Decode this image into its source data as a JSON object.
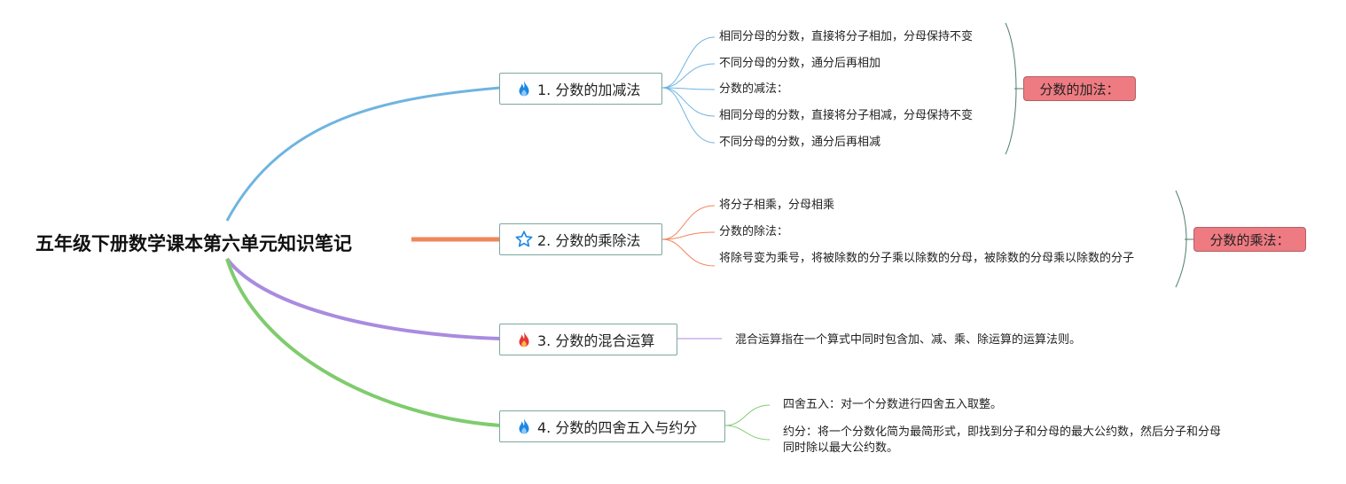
{
  "root": {
    "title": "五年级下册数学课本第六单元知识笔记"
  },
  "colors": {
    "branch1": "#6fb4e0",
    "branch2": "#f0875a",
    "branch3": "#a98be0",
    "branch4": "#7fcc6e",
    "callout": "#ef7b82",
    "topic_border": "#7da7a0",
    "summary_line": "#4f7d6a"
  },
  "topics": [
    {
      "label": "1. 分数的加减法",
      "icon": "fire-blue-icon",
      "leaves": [
        "相同分母的分数，直接将分子相加，分母保持不变",
        "不同分母的分数，通分后再相加",
        "分数的减法：",
        "相同分母的分数，直接将分子相减，分母保持不变",
        "不同分母的分数，通分后再相减"
      ],
      "callout": "分数的加法："
    },
    {
      "label": "2. 分数的乘除法",
      "icon": "star-outline-icon",
      "leaves": [
        "将分子相乘，分母相乘",
        "分数的除法：",
        "将除号变为乘号，将被除数的分子乘以除数的分母，被除数的分母乘以除数的分子"
      ],
      "callout": "分数的乘法："
    },
    {
      "label": "3. 分数的混合运算",
      "icon": "fire-red-icon",
      "leaves": [
        "混合运算指在一个算式中同时包含加、减、乘、除运算的运算法则。"
      ]
    },
    {
      "label": "4. 分数的四舍五入与约分",
      "icon": "fire-blue-icon",
      "leaves": [
        "四舍五入：对一个分数进行四舍五入取整。",
        "约分：将一个分数化简为最简形式，即找到分子和分母的最大公约数，然后分子和分母同时除以最大公约数。"
      ]
    }
  ]
}
